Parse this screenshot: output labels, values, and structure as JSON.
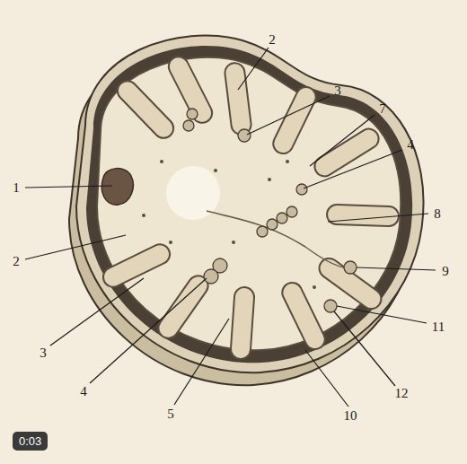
{
  "diagram": {
    "labels": [
      "2",
      "3",
      "7",
      "4",
      "1",
      "8",
      "2",
      "9",
      "3",
      "11",
      "4",
      "12",
      "5",
      "10",
      "0:03"
    ]
  }
}
